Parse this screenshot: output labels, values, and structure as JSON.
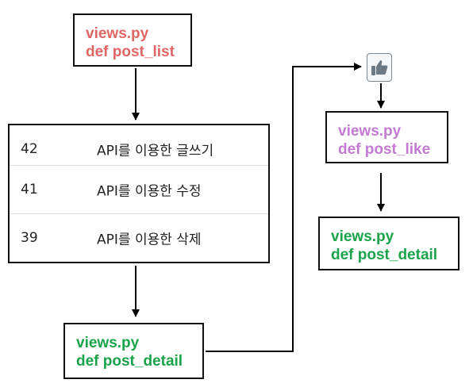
{
  "post_list_box": {
    "file": "views.py",
    "func": "def post_list"
  },
  "posts": [
    {
      "id": "42",
      "title": "API를 이용한 글쓰기"
    },
    {
      "id": "41",
      "title": "API를 이용한 수정"
    },
    {
      "id": "39",
      "title": "API를 이용한 삭제"
    }
  ],
  "post_detail_box": {
    "file": "views.py",
    "func": "def post_detail"
  },
  "like_button": {
    "icon": "thumbs-up-icon"
  },
  "post_like_box": {
    "file": "views.py",
    "func": "def post_like"
  },
  "post_detail_result_box": {
    "file": "views.py",
    "func": "def post_detail"
  },
  "colors": {
    "post_list": "#e06666",
    "post_like": "#c27bd0",
    "post_detail": "#1aa34a"
  }
}
